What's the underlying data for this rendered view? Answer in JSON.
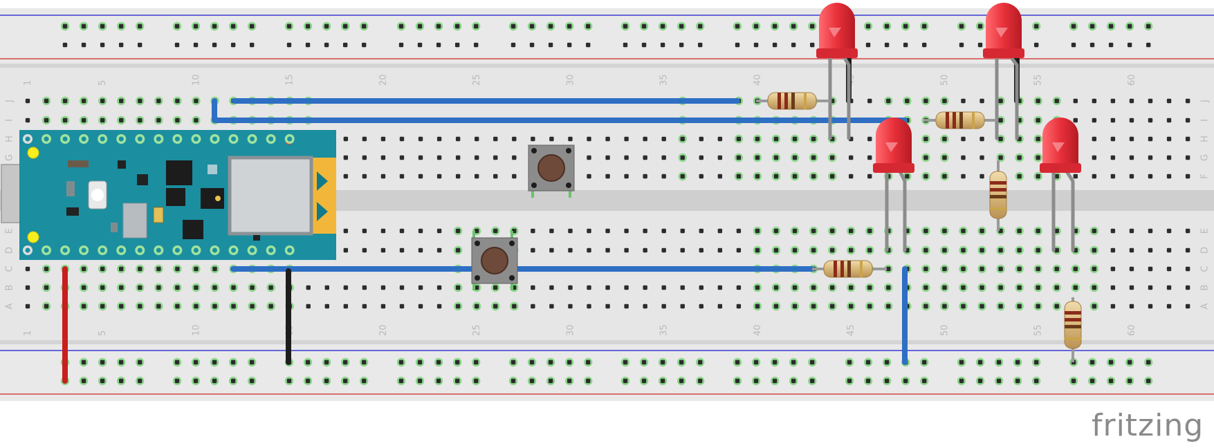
{
  "logo_text": "fritzing",
  "column_labels": [
    "1",
    "5",
    "10",
    "15",
    "20",
    "25",
    "30",
    "35",
    "40",
    "45",
    "50",
    "55",
    "60"
  ],
  "row_labels_top": [
    "J",
    "I",
    "H",
    "G",
    "F"
  ],
  "row_labels_bottom": [
    "E",
    "D",
    "C",
    "B",
    "A"
  ],
  "colors": {
    "board": "#e6e6e6",
    "rail_stripe": "#cfcfcf",
    "power_line_blue": "#3b3bd6",
    "power_line_red": "#d64444",
    "hole": "#2c2c2c",
    "hole_active": "#8ed68c",
    "wire_blue": "#2e6fc4",
    "wire_red": "#c81e1e",
    "wire_black": "#1d1d1d",
    "led_red": "#e8303a",
    "mcu_board": "#1b8ea0",
    "mcu_edge_connector": "#f2b73a"
  },
  "components": {
    "microcontroller": "arduino-nano-board",
    "leds": [
      "led-1",
      "led-2",
      "led-3",
      "led-4"
    ],
    "resistors": [
      "resistor-1",
      "resistor-2",
      "resistor-3",
      "resistor-4",
      "resistor-5"
    ],
    "buttons": [
      "pushbutton-1",
      "pushbutton-2"
    ]
  }
}
